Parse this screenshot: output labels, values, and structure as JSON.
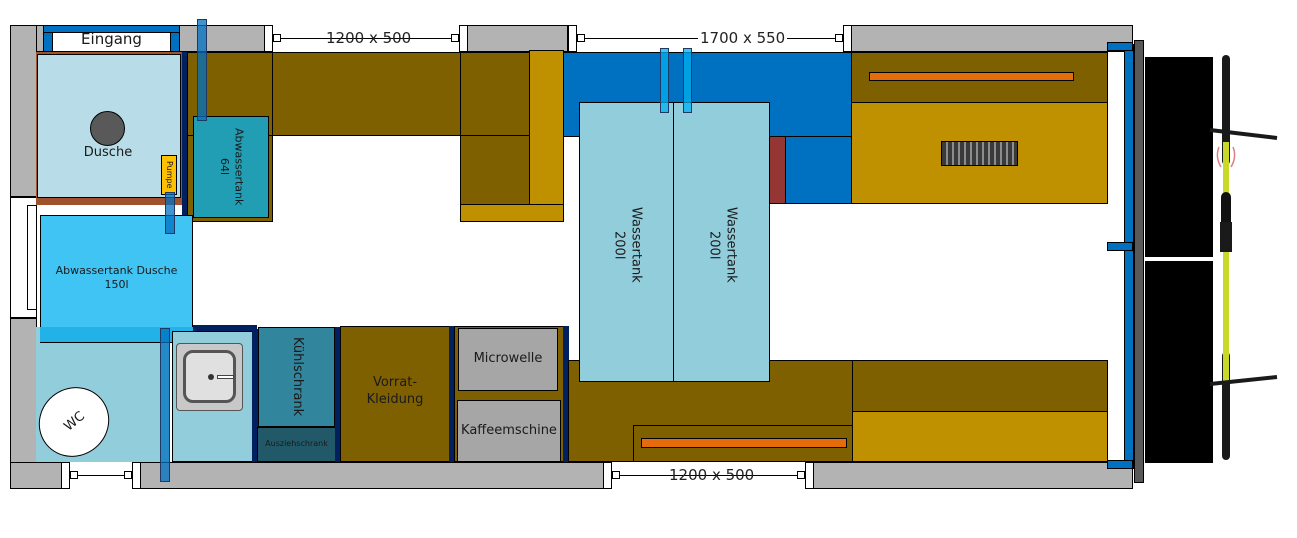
{
  "title": "Wohnmobil Grundriss",
  "labels": {
    "entrance": "Eingang",
    "shower": "Dusche",
    "pump": "Pumpe",
    "waste_tank_small": "Abwassertank\n64l",
    "waste_tank_shower": "Abwassertank Dusche\n150l",
    "wc": "WC",
    "fridge": "Kühlschrank",
    "pullout_cabinet": "Ausziehschrank",
    "pantry": "Vorrat-\nKleidung",
    "microwave": "Microwelle",
    "coffee_machine": "Kaffeemschine",
    "water_tank_1": "Wassertank\n200l",
    "water_tank_2": "Wassertank\n200l"
  },
  "windows": {
    "top_left": "1200 x 500",
    "top_right": "1700 x 550",
    "bottom": "1200 x 500"
  },
  "icons": [
    "shower-drain-icon",
    "sink-icon",
    "keyboard-icon",
    "bicycle-icon",
    "toilet-icon"
  ],
  "colors": {
    "wall": "#b3b3b3",
    "wood_dark": "#7f6000",
    "wood_gold": "#bf9000",
    "shower_floor": "#b8dde8",
    "bath_floor": "#92cddc",
    "tank_light": "#92cddc",
    "tank_shower": "#40c4f4",
    "tank_waste": "#219eb4",
    "blue_bench": "#0070c0",
    "fridge": "#31859c",
    "orange_strip": "#e46c0a",
    "brick": "#943634",
    "navy": "#002060"
  }
}
